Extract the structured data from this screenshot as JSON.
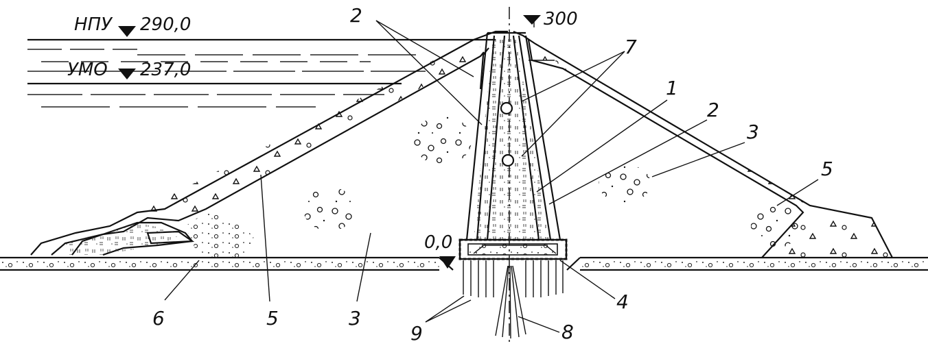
{
  "levels": {
    "npu_label": "НПУ",
    "npu_value": "290,0",
    "umo_label": "УМО",
    "umo_value": "237,0",
    "crest_value": "300",
    "base_value": "0,0"
  },
  "callouts": {
    "c1": "1",
    "c2_top": "2",
    "c2_right": "2",
    "c3_right": "3",
    "c3_bottom": "3",
    "c4": "4",
    "c5_right": "5",
    "c5_bottom": "5",
    "c6": "6",
    "c7": "7",
    "c8": "8",
    "c9": "9"
  }
}
